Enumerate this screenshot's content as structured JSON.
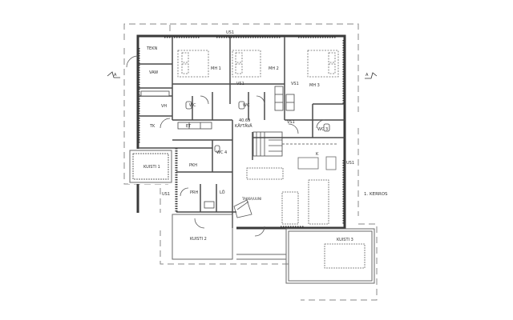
{
  "drawing": {
    "floor_label": "1. KERROS",
    "section_marker": "A",
    "colors": {
      "background": "#ffffff",
      "wall": "#3a3a3a",
      "line": "#6a6a6a",
      "dashed": "#8a8a8a",
      "text": "#333333"
    }
  },
  "rooms": {
    "tekn": "TEKN",
    "vaw": "VAW",
    "mh1": "MH 1",
    "mh2": "MH 2",
    "mh3": "MH 3",
    "vh": "VH",
    "wc1": "WC",
    "wc2": "WC",
    "wc3": "WC 3",
    "wc4": "WC 4",
    "tk": "TK",
    "et": "ET",
    "kaytava": "KÄYTÄVÄ",
    "kaytava_area": "40.69",
    "k": "K",
    "pkh": "PKH",
    "prh": "PRH",
    "lo": "LÖ",
    "kuisti1": "KUISTI 1",
    "kuisti2": "KUISTI 2",
    "kuisti3": "KUISTI 3",
    "takka": "TAKKA/UUNI"
  },
  "annotations": {
    "us1_top": "US1",
    "us1_right": "US1",
    "us1_left": "US1",
    "vs1_a": "VS1",
    "vs1_b": "VS1",
    "vs1_c": "VS1"
  }
}
